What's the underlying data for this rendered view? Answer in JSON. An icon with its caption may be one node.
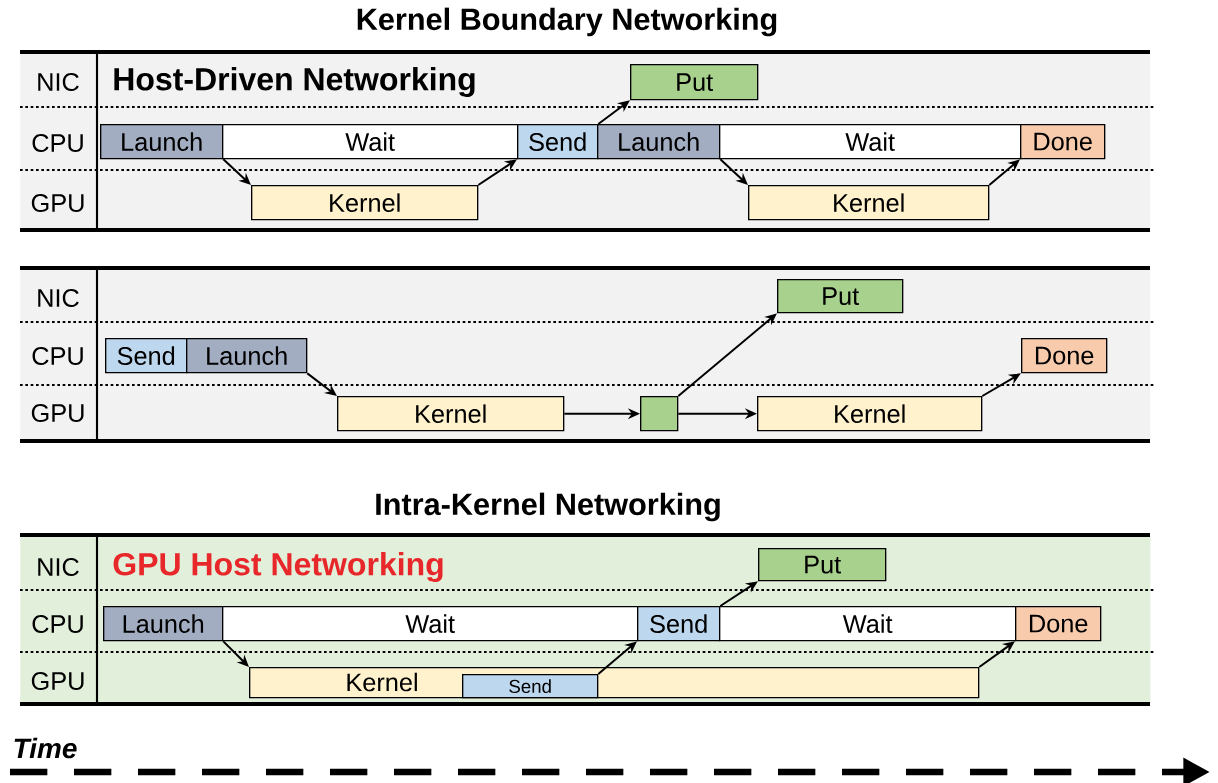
{
  "diagram": {
    "title": "Kernel Boundary Networking",
    "nodes": [
      {
        "text": [
          "Host-Driven Networking"
        ]
      },
      {
        "text": [
          "Launch"
        ],
        "in": 0
      },
      {
        "text": [
          "Wait"
        ],
        "in": 0
      },
      {
        "text": [
          "Send"
        ],
        "in": 0
      },
      {
        "text": [
          "Launch"
        ],
        "in": 0
      },
      {
        "text": [
          "Wait"
        ],
        "in": 0
      },
      {
        "text": [
          "Done"
        ],
        "in": 0
      },
      {
        "text": [
          "Kernel"
        ],
        "in": 0
      },
      {
        "text": [
          "Kernel"
        ],
        "in": 0
      },
      {
        "text": [
          "Put"
        ],
        "in": 0
      },
      {
        "text": [],
        "shape": "box"
      },
      {
        "text": [
          "Send"
        ],
        "in": 10
      },
      {
        "text": [
          "Launch"
        ],
        "in": 10
      },
      {
        "text": [
          "Kernel"
        ],
        "in": 10
      },
      {
        "text": [],
        "shape": "box",
        "in": 10
      },
      {
        "text": [
          "Kernel"
        ],
        "in": 10
      },
      {
        "text": [
          "Put"
        ],
        "in": 10
      },
      {
        "text": [
          "Done"
        ],
        "in": 10
      },
      {
        "text": [
          "GPU Host Networking"
        ]
      },
      {
        "text": [
          "Launch"
        ],
        "in": 18
      },
      {
        "text": [
          "Wait"
        ],
        "in": 18
      },
      {
        "text": [
          "Send"
        ],
        "in": 18
      },
      {
        "text": [
          "Wait"
        ],
        "in": 18
      },
      {
        "text": [
          "Done"
        ],
        "in": 18
      },
      {
        "text": [
          "Kernel"
        ],
        "in": 18
      },
      {
        "text": [
          "Send"
        ],
        "in": 24
      },
      {
        "text": [
          "Put"
        ],
        "in": 18
      }
    ],
    "edges": [
      {
        "from": 1,
        "to": 7,
        "arrow": "to"
      },
      {
        "from": 7,
        "to": 3,
        "arrow": "to"
      },
      {
        "from": 3,
        "to": 9,
        "arrow": "to"
      },
      {
        "from": 4,
        "to": 8,
        "arrow": "to"
      },
      {
        "from": 8,
        "to": 6,
        "arrow": "to"
      },
      {
        "from": 12,
        "to": 13,
        "arrow": "to"
      },
      {
        "from": 13,
        "to": 14,
        "arrow": "to"
      },
      {
        "from": 14,
        "to": 16,
        "arrow": "to"
      },
      {
        "from": 14,
        "to": 15,
        "arrow": "to"
      },
      {
        "from": 15,
        "to": 17,
        "arrow": "to"
      },
      {
        "from": 19,
        "to": 24,
        "arrow": "to"
      },
      {
        "from": 25,
        "to": 21,
        "arrow": "to"
      },
      {
        "from": 21,
        "to": 26,
        "arrow": "to"
      },
      {
        "from": 24,
        "to": 23,
        "arrow": "to"
      }
    ],
    "labels": [
      "NIC",
      "CPU",
      "GPU",
      "NIC",
      "CPU",
      "GPU",
      "Intra-Kernel Networking",
      "NIC",
      "CPU",
      "GPU",
      "Time"
    ]
  }
}
